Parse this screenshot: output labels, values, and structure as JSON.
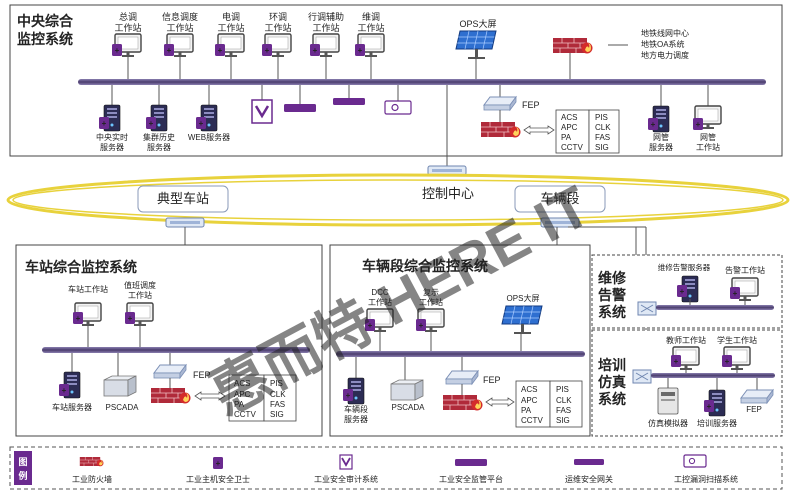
{
  "central": {
    "title_line1": "中央综合",
    "title_line2": "监控系统",
    "workstations": [
      {
        "line1": "总调",
        "line2": "工作站"
      },
      {
        "line1": "信息调度",
        "line2": "工作站"
      },
      {
        "line1": "电调",
        "line2": "工作站"
      },
      {
        "line1": "环调",
        "line2": "工作站"
      },
      {
        "line1": "行调辅助",
        "line2": "工作站"
      },
      {
        "line1": "维调",
        "line2": "工作站"
      }
    ],
    "ops_screen": "OPS大屏",
    "external": [
      "地铁线网中心",
      "地铁OA系统",
      "地方电力调度"
    ],
    "servers": [
      {
        "line1": "中央实时",
        "line2": "服务器"
      },
      {
        "line1": "集群历史",
        "line2": "服务器"
      },
      {
        "line1": "WEB服务器",
        "line2": ""
      }
    ],
    "fep": "FEP",
    "subsystems_left": [
      "ACS",
      "APC",
      "PA",
      "CCTV"
    ],
    "subsystems_right": [
      "PIS",
      "CLK",
      "FAS",
      "SIG"
    ],
    "right_devices": [
      {
        "line1": "网管",
        "line2": "服务器"
      },
      {
        "line1": "网管",
        "line2": "工作站"
      }
    ]
  },
  "backbone": {
    "center": "控制中心",
    "station": "典型车站",
    "depot": "车辆段"
  },
  "station": {
    "title": "车站综合监控系统",
    "workstations": [
      {
        "line1": "车站工作站",
        "line2": ""
      },
      {
        "line1": "值班调度",
        "line2": "工作站"
      }
    ],
    "server": "车站服务器",
    "pscada": "PSCADA",
    "fep": "FEP",
    "subsystems_left": [
      "ACS",
      "APC",
      "PA",
      "CCTV"
    ],
    "subsystems_right": [
      "PIS",
      "CLK",
      "FAS",
      "SIG"
    ]
  },
  "depot": {
    "title": "车辆段综合监控系统",
    "workstations": [
      {
        "line1": "DCC",
        "line2": "工作站"
      },
      {
        "line1": "复示",
        "line2": "工作站"
      }
    ],
    "ops_screen": "OPS大屏",
    "server": {
      "line1": "车辆段",
      "line2": "服务器"
    },
    "pscada": "PSCADA",
    "fep": "FEP",
    "subsystems_left": [
      "ACS",
      "APC",
      "PA",
      "CCTV"
    ],
    "subsystems_right": [
      "PIS",
      "CLK",
      "FAS",
      "SIG"
    ]
  },
  "maintenance": {
    "title": [
      "维修",
      "告警",
      "系统"
    ],
    "devices": [
      "维修告警服务器",
      "告警工作站"
    ]
  },
  "training": {
    "title": [
      "培训",
      "仿真",
      "系统"
    ],
    "devices": [
      "教师工作站",
      "学生工作站",
      "FEP",
      "仿真模拟器",
      "培训服务器"
    ]
  },
  "legend": {
    "title": [
      "图",
      "例"
    ],
    "items": [
      "工业防火墙",
      "工业主机安全卫士",
      "工业安全审计系统",
      "工业安全监管平台",
      "运维安全网关",
      "工控漏洞扫描系统"
    ]
  },
  "watermark": "惠而特 HERE IT",
  "colors": {
    "bus": "#5b4a7e",
    "ring": "#e8d23c",
    "accent": "#6a2a8f",
    "firewall": "#b02a3a"
  }
}
